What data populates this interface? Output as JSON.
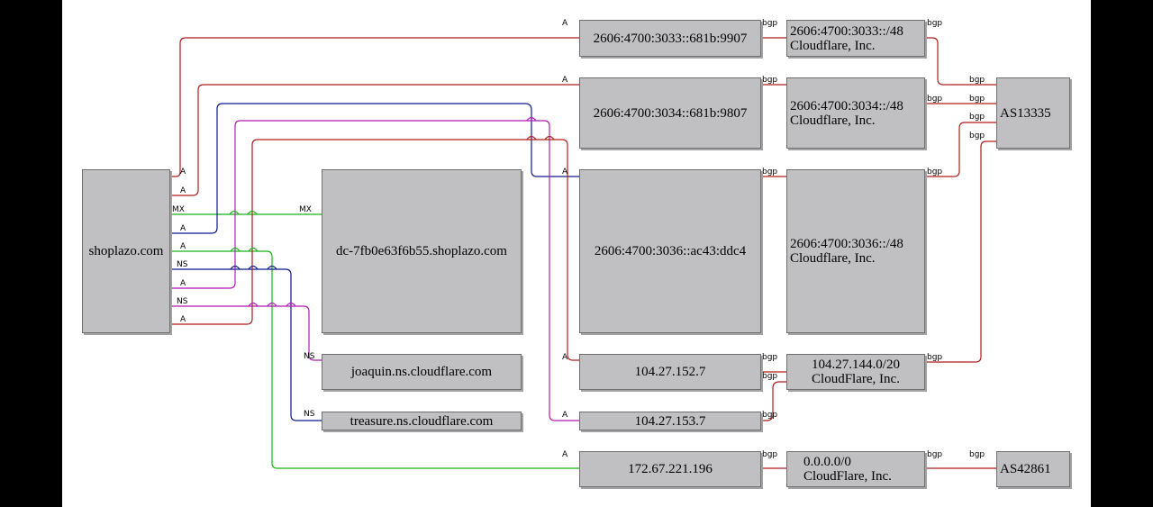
{
  "colors": {
    "A": "#b01c1c",
    "MX": "#19b219",
    "NS_navy": "#0c1a8a",
    "NS_magenta": "#b418b4",
    "green": "#19b219",
    "bgp": "#b01c1c",
    "node_fill": "#c0bfc2",
    "page_bg": "#000000",
    "canvas_bg": "#ffffff"
  },
  "nodes": {
    "shoplazo": "shoplazo.com",
    "dc": "dc-7fb0e63f6b55.shoplazo.com",
    "joaquin": "joaquin.ns.cloudflare.com",
    "treasure": "treasure.ns.cloudflare.com",
    "ip9907": "2606:4700:3033::681b:9907",
    "ip9807": "2606:4700:3034::681b:9807",
    "ipddc4": "2606:4700:3036::ac43:ddc4",
    "ip152": "104.27.152.7",
    "ip153": "104.27.153.7",
    "ip172": "172.67.221.196",
    "pfx3033": "2606:4700:3033::/48\nCloudflare, Inc.",
    "pfx3034": "2606:4700:3034::/48\nCloudflare, Inc.",
    "pfx3036": "2606:4700:3036::/48\nCloudflare, Inc.",
    "pfx104": "104.27.144.0/20\nCloudFlare, Inc.",
    "pfx0": "0.0.0.0/0\nCloudFlare, Inc.",
    "as13335": "AS13335",
    "as42861": "AS42861"
  },
  "edge_labels": {
    "A": "A",
    "MX": "MX",
    "NS": "NS",
    "bgp": "bgp"
  }
}
